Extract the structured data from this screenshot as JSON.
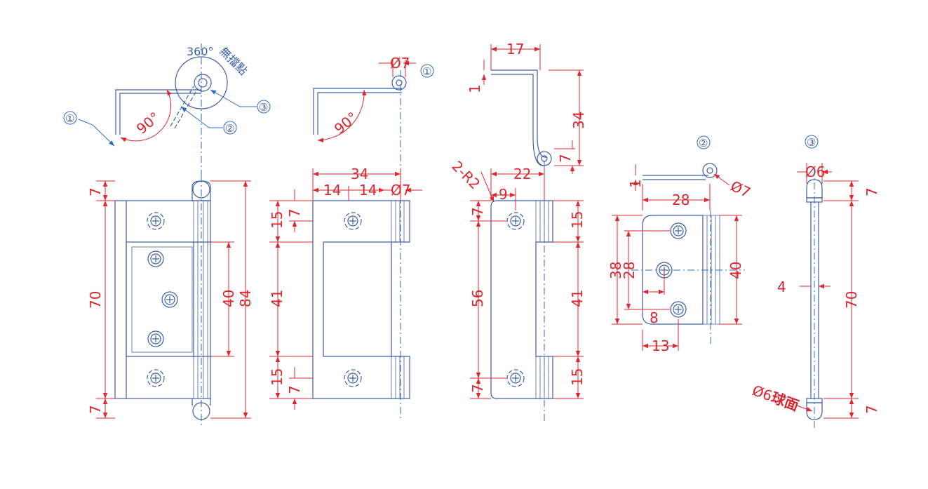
{
  "view_top": {
    "angle_label": "360°",
    "note": "無擋點",
    "swing_angle": "90°",
    "balloons": [
      "①",
      "②",
      "③"
    ]
  },
  "view_leaf1": {
    "swing_angle": "90°",
    "pin_dia": "Ø7",
    "balloon": "①",
    "width": "34",
    "seg1": "14",
    "seg2": "14",
    "knuckle_dia": "Ø7",
    "knuckle_top": "15",
    "small_top": "7",
    "middle": "41",
    "knuckle_bottom": "15",
    "small_bottom": "7"
  },
  "view_leaf1_side": {
    "flange": "17",
    "thickness": "1",
    "height": "34",
    "offset": "7",
    "radius": "2-R2",
    "hole_pos": "9",
    "width": "22",
    "top": "7",
    "middle": "56",
    "bottom": "7",
    "knuckle_top": "15",
    "gap": "41",
    "knuckle_bottom": "15"
  },
  "view_leaf2": {
    "balloon": "②",
    "thickness": "1",
    "pin_dia": "Ø7",
    "width": "28",
    "outer": "38",
    "hole_span": "28",
    "knuckle": "40",
    "hole_x": "8",
    "depth": "13"
  },
  "view_pin": {
    "balloon": "③",
    "dia": "Ø6",
    "top": "7",
    "length": "70",
    "bottom": "7",
    "shaft": "4",
    "end_note": "Ø6",
    "end_note_cn": "球面"
  },
  "view_assembly": {
    "top": "7",
    "middle": "70",
    "bottom": "7",
    "inner": "40",
    "overall": "84",
    "balloon": "①"
  }
}
